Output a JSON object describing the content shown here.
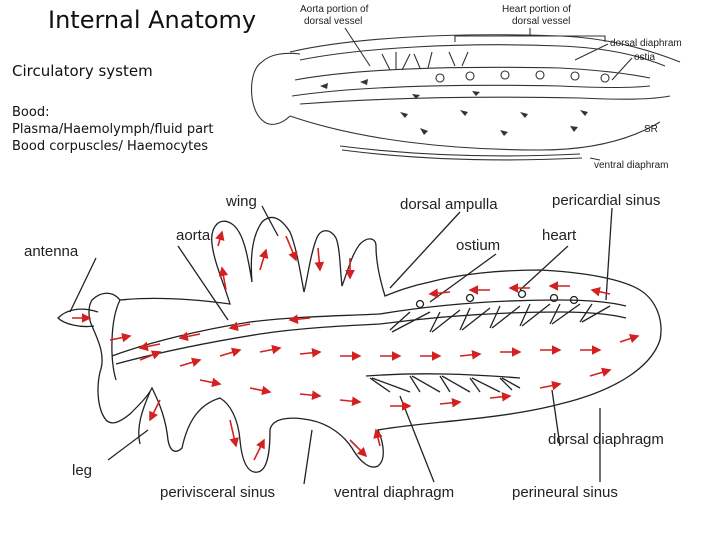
{
  "slide": {
    "title": "Internal Anatomy",
    "subtitle": "Circulatory system",
    "blood_lines": [
      "Bood:",
      "Plasma/Haemolymph/fluid part",
      "Bood corpuscles/ Haemocytes"
    ]
  },
  "top_diagram": {
    "labels": {
      "aorta_1": "Aorta portion of",
      "aorta_2": "dorsal vessel",
      "heart_1": "Heart portion of",
      "heart_2": "dorsal vessel",
      "dorsal_diaphragm": "dorsal diaphram",
      "ostia": "ostia",
      "initials": "SR",
      "ventral_diaphragm": "ventral diaphram"
    }
  },
  "bottom_diagram": {
    "labels": {
      "wing": "wing",
      "dorsal_ampulla": "dorsal ampulla",
      "pericardial_sinus": "pericardial sinus",
      "aorta": "aorta",
      "ostium": "ostium",
      "heart": "heart",
      "antenna": "antenna",
      "dorsal_diaphragm": "dorsal diaphragm",
      "leg": "leg",
      "perivisceral_sinus": "perivisceral sinus",
      "ventral_diaphragm": "ventral diaphragm",
      "perineural_sinus": "perineural sinus"
    },
    "colors": {
      "arrow": "#d42020",
      "outline": "#222222"
    }
  }
}
